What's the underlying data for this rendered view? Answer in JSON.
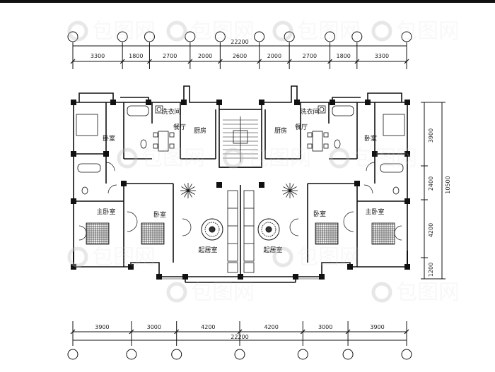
{
  "top_total": "22200",
  "bottom_total": "22200",
  "top_spans": [
    "3300",
    "1800",
    "2700",
    "2000",
    "2600",
    "2000",
    "2700",
    "1800",
    "3300"
  ],
  "bottom_spans": [
    "3900",
    "3000",
    "4200",
    "4200",
    "3000",
    "3900"
  ],
  "right_spans": [
    "3900",
    "2400",
    "4200",
    "1200"
  ],
  "right_total": "10500",
  "rooms": {
    "laundry_left": "洗衣间",
    "laundry_right": "洗衣间",
    "dining_left": "餐厅",
    "dining_right": "餐厅",
    "kitchen_left": "厨房",
    "kitchen_right": "厨房",
    "bedroom_left": "卧室",
    "bedroom_right": "卧室",
    "master_left": "主卧室",
    "master_right": "主卧室",
    "bedroom2_left": "卧室",
    "bedroom2_right": "卧室",
    "living_left": "起居室",
    "living_right": "起居室"
  },
  "watermark": "包图网"
}
